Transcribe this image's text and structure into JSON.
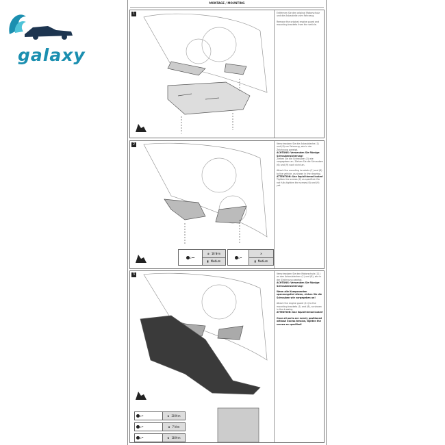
{
  "logo": {
    "text": "galaxy",
    "color": "#1b8fb0"
  },
  "header": {
    "title": "MONTAGE / MOUNTING"
  },
  "steps": [
    {
      "number": "1",
      "text": [
        {
          "t": "Entfernen Sie den original Motorschutz und die Anbauteile vom Fahrzeug.",
          "bold": false
        },
        {
          "t": "Remove the original engine guard and mounting brackets from the vehicle.",
          "bold": false
        }
      ]
    },
    {
      "number": "2",
      "text": [
        {
          "t": "Verschrauben Sie die Anbaubleche (1) und (8) am Fahrzeug, wie in der Zeichnung gezeigt.",
          "bold": false
        },
        {
          "t": "ACHTUNG: Verwenden Sie flüssige Schraubensicherung!",
          "bold": true
        },
        {
          "t": "Ziehen Sie die Schrauben (2) wie vorgegeben an. Ziehen Sie die Schrauben (6) und (9) noch nicht an.",
          "bold": false
        },
        {
          "t": "Attach the mounting brackets (1) and (8) to the vehicle, as shown in the drawing.",
          "bold": false
        },
        {
          "t": "ATTENTION: Use liquid thread locker!",
          "bold": true
        },
        {
          "t": "Tighten the screws (2) as specified. Do not fully tighten the screws (6) and (9) yet.",
          "bold": false
        }
      ],
      "torque": [
        {
          "item": "2",
          "value": "18 N·m",
          "locker": "Medium"
        },
        {
          "items": [
            "6",
            "9"
          ],
          "value": "",
          "locker": "Medium"
        }
      ]
    },
    {
      "number": "3",
      "text": [
        {
          "t": "Verschrauben Sie den Motorschutz (11) an den Anbaublechen (1) und (8), wie in der Zeichnung gezeigt.",
          "bold": false
        },
        {
          "t": "ACHTUNG: Verwenden Sie flüssige Schraubensicherung!",
          "bold": true
        },
        {
          "t": "Wenn alle Komponenten spannungsfrei sitzen, ziehen Sie die Schrauben wie vorgegeben an!",
          "bold": true
        },
        {
          "t": "Attach the engine guard (11) to the mounting brackets (1) and (8), as shown in the drawing.",
          "bold": false
        },
        {
          "t": "ATTENTION: Use liquid thread locker!",
          "bold": true
        },
        {
          "t": "Once all parts are evenly positioned without excess tension, tighten the screws as specified!",
          "bold": true
        }
      ],
      "torque": [
        {
          "value": "20 N·m"
        },
        {
          "value": "7 N·m"
        },
        {
          "value": "18 N·m"
        }
      ]
    }
  ]
}
